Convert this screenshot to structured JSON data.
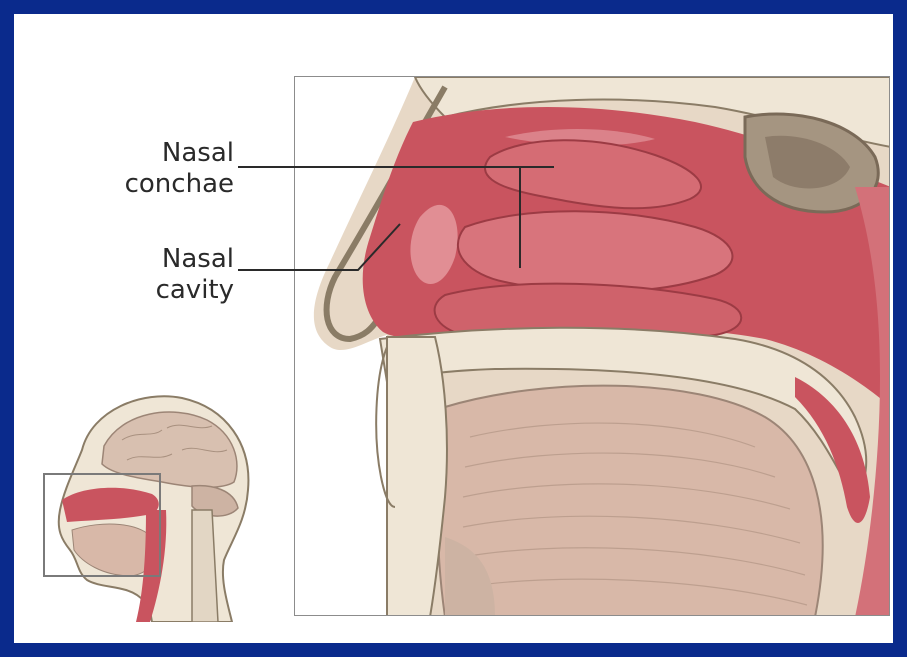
{
  "labels": {
    "conchae_line1": "Nasal",
    "conchae_line2": "conchae",
    "cavity_line1": "Nasal",
    "cavity_line2": "cavity"
  },
  "colors": {
    "border": "#0a2a8c",
    "background": "#ffffff",
    "mucosa": "#c9545f",
    "mucosa_light": "#e8a2a6",
    "bone": "#efe6d6",
    "bone_outline": "#8a7c66",
    "muscle": "#d8b8a8",
    "leader_line": "#2a2a2a"
  }
}
